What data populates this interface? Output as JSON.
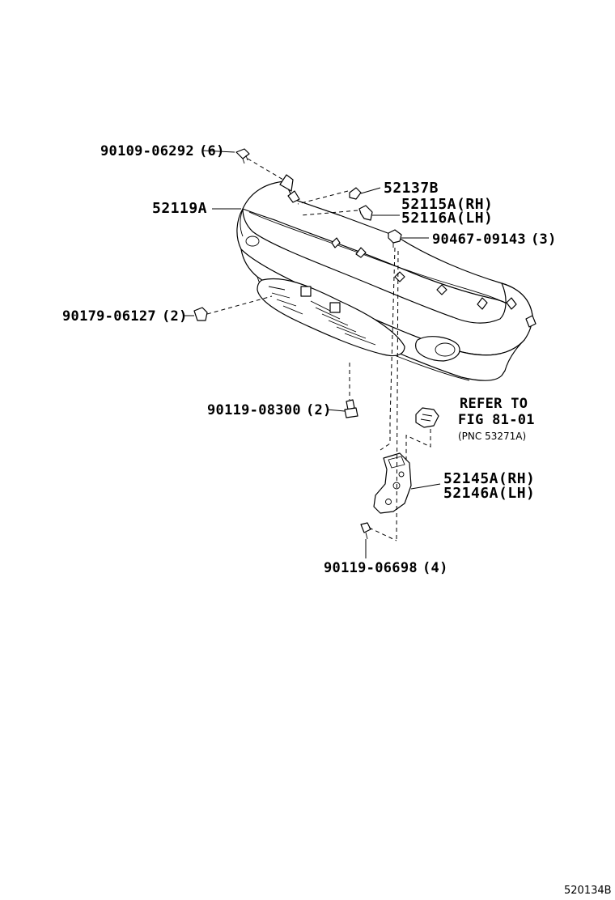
{
  "diagram_code": "520134B",
  "parts": {
    "screw_top": {
      "number": "90109-06292",
      "qty": "(6)"
    },
    "bumper_cover": {
      "number": "52119A"
    },
    "retainer": {
      "number": "52137B"
    },
    "bracket_rh": {
      "number": "52115A(RH)"
    },
    "bracket_lh": {
      "number": "52116A(LH)"
    },
    "clip": {
      "number": "90467-09143",
      "qty": "(3)"
    },
    "nut": {
      "number": "90179-06127",
      "qty": "(2)"
    },
    "bolt_lower": {
      "number": "90119-08300",
      "qty": "(2)"
    },
    "reinforcement_rh": {
      "number": "52145A(RH)"
    },
    "reinforcement_lh": {
      "number": "52146A(LH)"
    },
    "bolt_bracket": {
      "number": "90119-06698",
      "qty": "(4)"
    }
  },
  "refer": {
    "line1": "REFER TO",
    "line2": "FIG 81-01",
    "pnc": "(PNC 53271A)"
  }
}
